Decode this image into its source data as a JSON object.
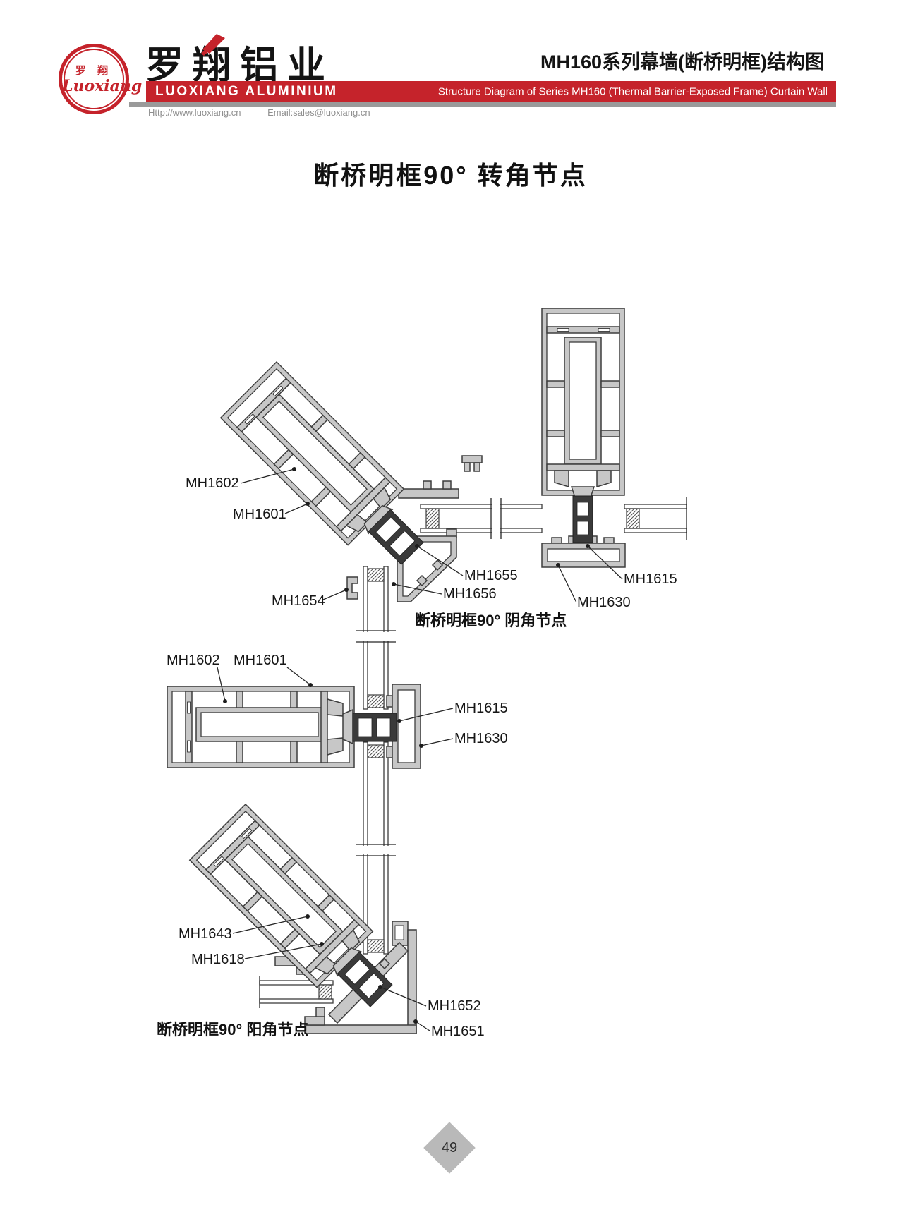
{
  "header": {
    "logo": {
      "zh": "罗 翔",
      "script": "Luoxiang"
    },
    "brand_zh": "罗翔铝业",
    "brand_en": "LUOXIANG ALUMINIUM",
    "series_title_zh": "MH160系列幕墙(断桥明框)结构图",
    "series_title_en": "Structure Diagram of Series MH160 (Thermal Barrier-Exposed Frame) Curtain Wall",
    "website": "Http://www.luoxiang.cn",
    "email": "Email:sales@luoxiang.cn"
  },
  "page_title": "断桥明框90°  转角节点",
  "diagram": {
    "captions": {
      "inner_corner": "断桥明框90° 阴角节点",
      "outer_corner": "断桥明框90° 阳角节点"
    },
    "labels": [
      {
        "id": "mh1602-top",
        "text": "MH1602"
      },
      {
        "id": "mh1601-top",
        "text": "MH1601"
      },
      {
        "id": "mh1655",
        "text": "MH1655"
      },
      {
        "id": "mh1656",
        "text": "MH1656"
      },
      {
        "id": "mh1654",
        "text": "MH1654"
      },
      {
        "id": "mh1615-top",
        "text": "MH1615"
      },
      {
        "id": "mh1630-top",
        "text": "MH1630"
      },
      {
        "id": "mh1602-mid",
        "text": "MH1602"
      },
      {
        "id": "mh1601-mid",
        "text": "MH1601"
      },
      {
        "id": "mh1615-mid",
        "text": "MH1615"
      },
      {
        "id": "mh1630-mid",
        "text": "MH1630"
      },
      {
        "id": "mh1643",
        "text": "MH1643"
      },
      {
        "id": "mh1618",
        "text": "MH1618"
      },
      {
        "id": "mh1652",
        "text": "MH1652"
      },
      {
        "id": "mh1651",
        "text": "MH1651"
      }
    ]
  },
  "footer": {
    "page_number": "49"
  },
  "colors": {
    "brand_red": "#c5232b",
    "gray_strip": "#9a9a9a",
    "aluminum": "#c7c7c7",
    "line": "#3d3d3d",
    "diamond_gray": "#b9b9b9"
  }
}
